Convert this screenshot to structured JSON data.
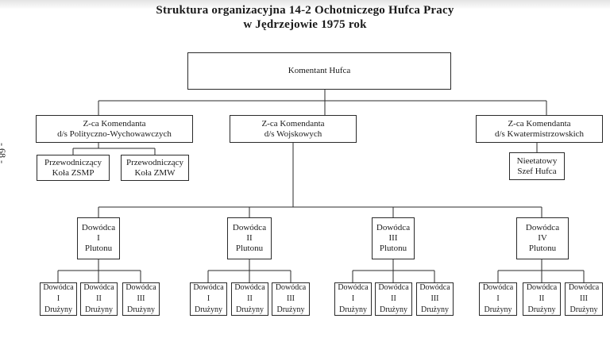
{
  "header": {
    "title_line1": "Struktura  organizacyjna  14-2 Ochotniczego Hufca Pracy",
    "title_line2": "w Jędrzejowie    1975 rok"
  },
  "page_number": "- 68 -",
  "org": {
    "root": "Komentant  Hufca",
    "deputies": [
      {
        "lines": [
          "Z-ca Komendanta",
          "d/s Polityczno-Wychowawczych"
        ]
      },
      {
        "lines": [
          "Z-ca Komendanta",
          "d/s Wojskowych"
        ]
      },
      {
        "lines": [
          "Z-ca Komendanta",
          "d/s Kwatermistrzowskich"
        ]
      }
    ],
    "sub_units": [
      {
        "lines": [
          "Przewodniczący",
          "Koła ZSMP"
        ]
      },
      {
        "lines": [
          "Przewodniczący",
          "Koła ZMW"
        ]
      },
      {
        "lines": [
          "Nieetatowy",
          "Szef Hufca"
        ]
      }
    ],
    "platoons": [
      {
        "lines": [
          "Dowódca",
          "I",
          "Plutonu"
        ]
      },
      {
        "lines": [
          "Dowódca",
          "II",
          "Plutonu"
        ]
      },
      {
        "lines": [
          "Dowódca",
          "III",
          "Plutonu"
        ]
      },
      {
        "lines": [
          "Dowódca",
          "IV",
          "Plutonu"
        ]
      }
    ],
    "squad_line1": "Dowódca",
    "squad_numerals": [
      "I",
      "II",
      "III"
    ],
    "squad_line3": "Drużyny"
  }
}
